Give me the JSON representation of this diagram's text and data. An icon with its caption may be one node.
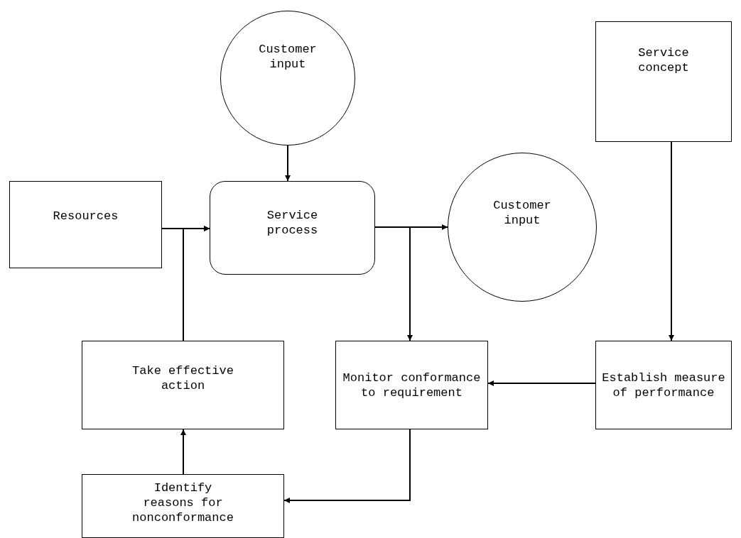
{
  "diagram": {
    "nodes": [
      {
        "text": [
          "Customer input"
        ]
      },
      {
        "text": [
          "Service concept"
        ]
      },
      {
        "text": [
          "Resources"
        ]
      },
      {
        "text": [
          "Service process"
        ]
      },
      {
        "text": [
          "Customer input"
        ]
      },
      {
        "text": [
          "Take effective action"
        ]
      },
      {
        "text": [
          "Monitor conformance to requirement"
        ]
      },
      {
        "text": [
          "Establish measure of performance"
        ]
      },
      {
        "text": [
          "Identify reasons for nonconformance"
        ]
      }
    ],
    "edges": [
      {
        "from": 0,
        "to": 3,
        "arrow": "to"
      },
      {
        "from": 2,
        "to": 3,
        "arrow": "to"
      },
      {
        "from": 5,
        "to": 3,
        "arrow": "to"
      },
      {
        "from": 3,
        "to": 4,
        "arrow": "to"
      },
      {
        "from": 3,
        "to": 6,
        "arrow": "to"
      },
      {
        "from": 1,
        "to": 7,
        "arrow": "to"
      },
      {
        "from": 7,
        "to": 6,
        "arrow": "to"
      },
      {
        "from": 6,
        "to": 8,
        "arrow": "to"
      },
      {
        "from": 8,
        "to": 5,
        "arrow": "to"
      }
    ]
  }
}
